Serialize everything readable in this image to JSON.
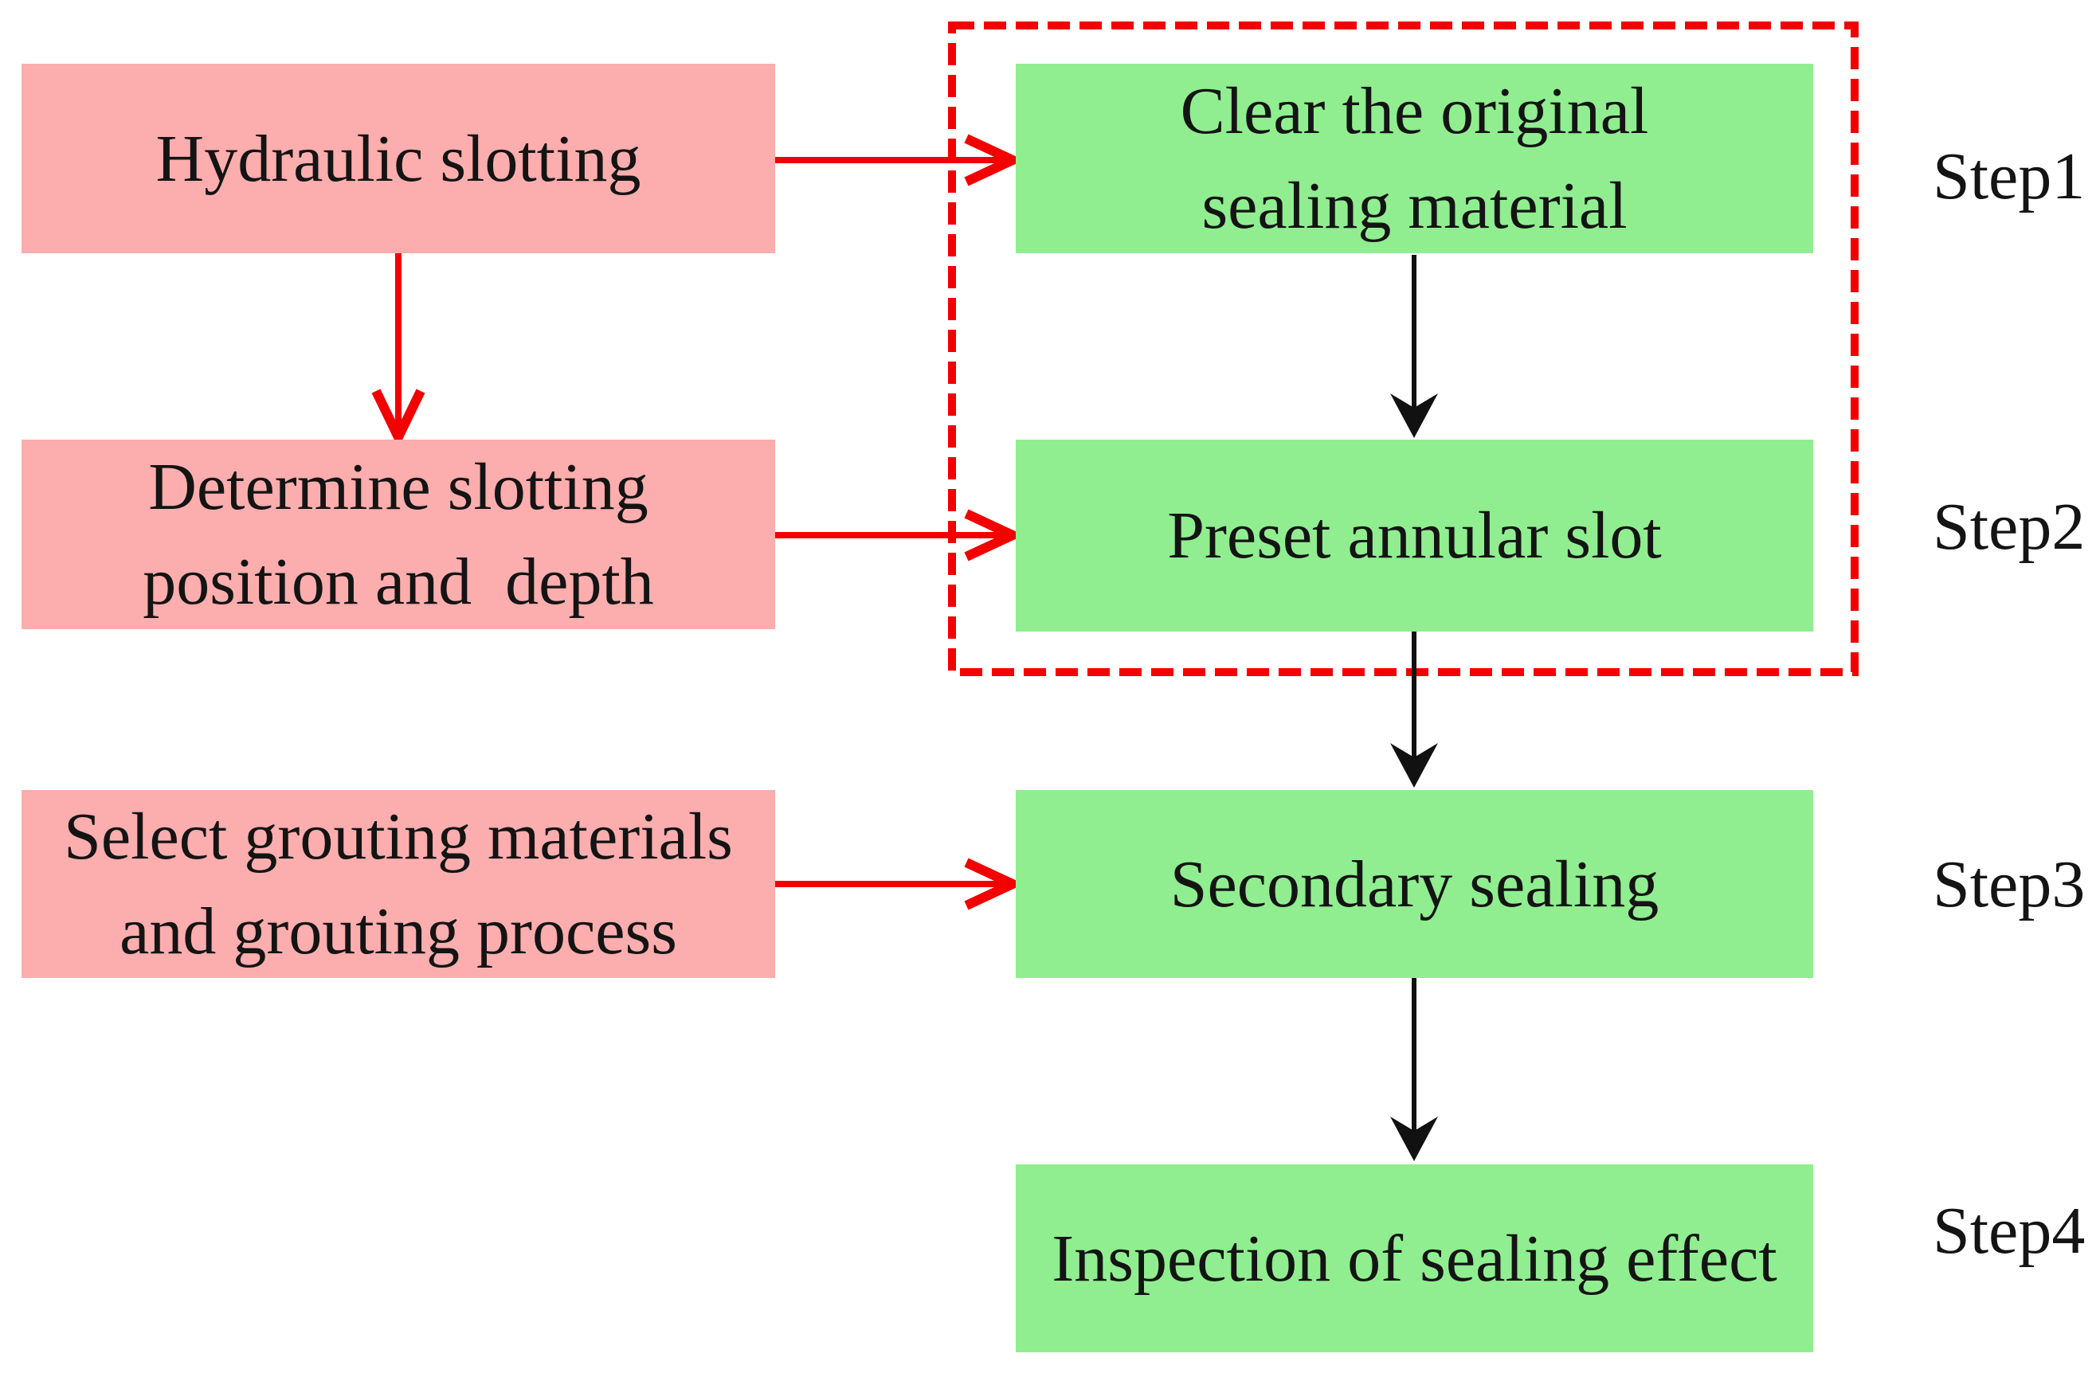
{
  "colors": {
    "pink_box": "#fcadad",
    "green_box": "#90ee90",
    "red_accent": "#f30000",
    "black_arrow": "#111111",
    "text": "#141414"
  },
  "left_column": {
    "boxes": [
      {
        "label": "Hydraulic slotting"
      },
      {
        "label": "Determine slotting\nposition and  depth"
      },
      {
        "label": "Select grouting materials\nand grouting process"
      }
    ]
  },
  "right_column": {
    "boxes": [
      {
        "label": "Clear the original\nsealing material"
      },
      {
        "label": "Preset annular slot"
      },
      {
        "label": "Secondary sealing"
      },
      {
        "label": "Inspection of sealing effect"
      }
    ]
  },
  "step_labels": [
    {
      "label": "Step1"
    },
    {
      "label": "Step2"
    },
    {
      "label": "Step3"
    },
    {
      "label": "Step4"
    }
  ]
}
